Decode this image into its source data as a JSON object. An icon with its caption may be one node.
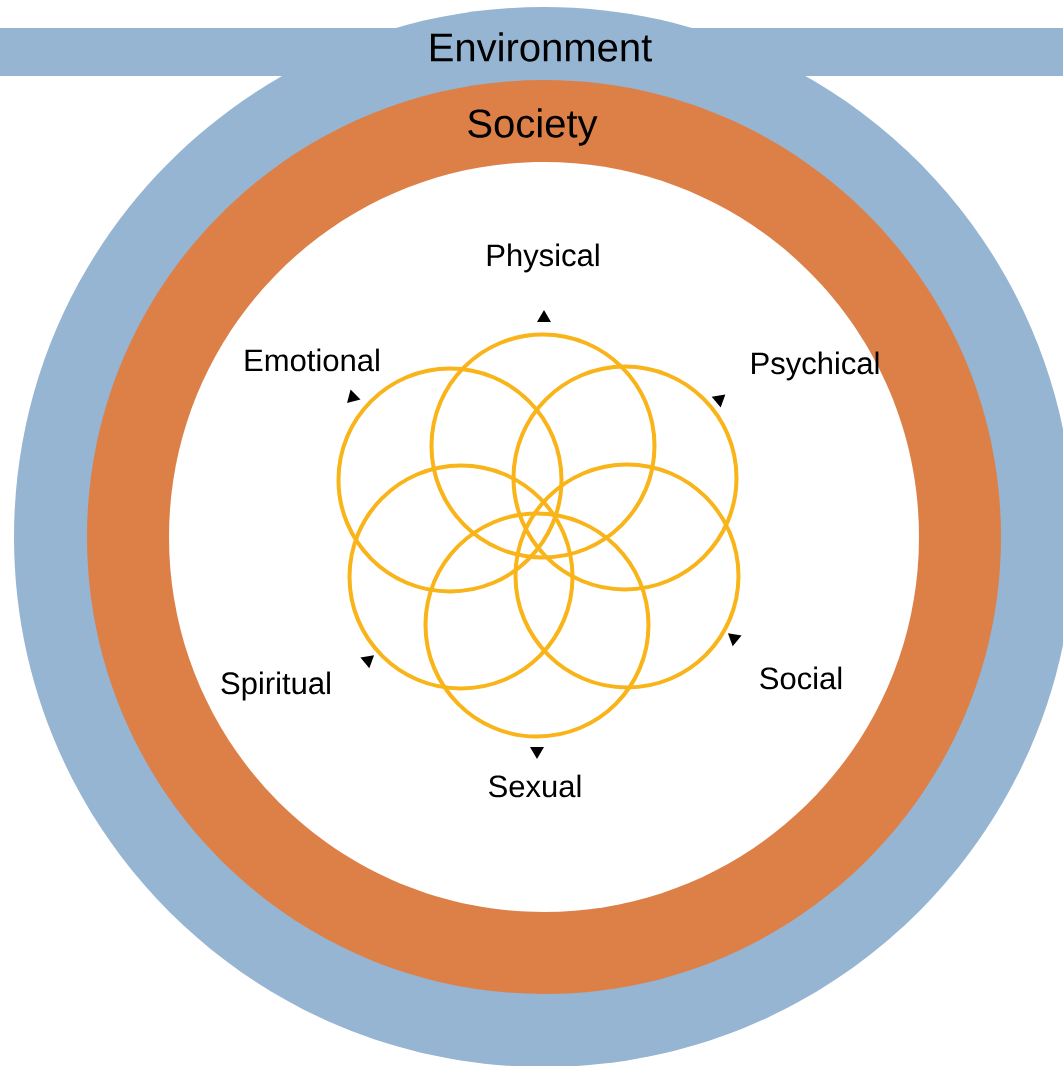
{
  "diagram": {
    "nodes": [
      {
        "text": [
          "Environment"
        ]
      },
      {
        "text": [
          "Society"
        ],
        "in": 0
      },
      {
        "text": [],
        "shape": "circle",
        "in": 1,
        "beside": [
          "Physical"
        ]
      },
      {
        "text": [],
        "shape": "circle",
        "in": 1,
        "beside": [
          "Emotional"
        ]
      },
      {
        "text": [],
        "shape": "circle",
        "in": 1,
        "beside": [
          "Psychical"
        ]
      },
      {
        "text": [],
        "shape": "circle",
        "in": 1,
        "beside": [
          "Spiritual"
        ]
      },
      {
        "text": [],
        "shape": "circle",
        "in": 1,
        "beside": [
          "Social"
        ]
      },
      {
        "text": [],
        "shape": "circle",
        "in": 1,
        "beside": [
          "Sexual"
        ]
      }
    ]
  }
}
